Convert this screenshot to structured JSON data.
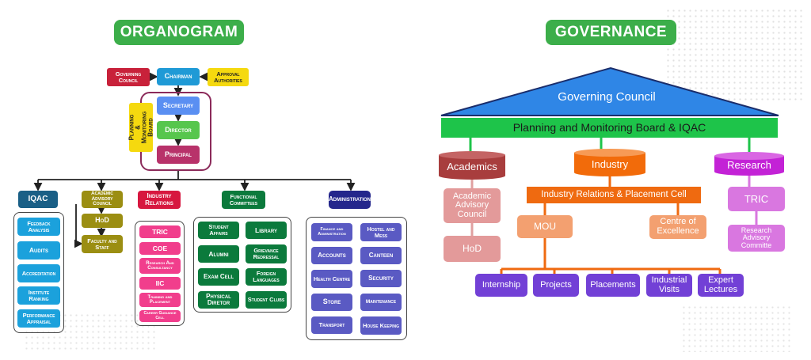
{
  "organogram": {
    "title": "ORGANOGRAM",
    "governing_council": "Governing Council",
    "chairman": "Chairman",
    "approval_authorities": "Approval Authorities",
    "pmb": "Planning & Monitoring Board",
    "secretary": "Secretary",
    "director": "Director",
    "principal": "Principal",
    "iqac": {
      "header": "IQAC",
      "items": [
        "Feedback Analysis",
        "Audits",
        "Accreditation",
        "Institute Ranking",
        "Performance Appraisal"
      ]
    },
    "academic": {
      "header": "Academic Advisory Council",
      "items": [
        "HoD",
        "Faculty and Staff"
      ]
    },
    "industry": {
      "header": "Industry Relations",
      "items": [
        "TRIC",
        "COE",
        "Research And Consultancy",
        "IIC",
        "Training and Placement",
        "Career Guidance Cell"
      ]
    },
    "functional": {
      "header": "Functional Committees",
      "items": [
        "Student Affairs",
        "Library",
        "Alumni",
        "Grievance Redressal",
        "Exam Cell",
        "Foreign Languages",
        "Physical Diretor",
        "Student Clubs"
      ]
    },
    "administration": {
      "header": "Administration",
      "items": [
        "Finance and Administration",
        "Hostel and Mess",
        "Accounts",
        "Canteen",
        "Health Centre",
        "Security",
        "Store",
        "Maintenance",
        "Transport",
        "House Keeping"
      ]
    }
  },
  "governance": {
    "title": "GOVERNANCE",
    "governing_council": "Governing Council",
    "pmb_iqac": "Planning and Monitoring Board & IQAC",
    "academics": "Academics",
    "industry": "Industry",
    "research": "Research",
    "academic_council": "Academic Advisory Council",
    "hod": "HoD",
    "irpc": "Industry Relations & Placement Cell",
    "mou": "MOU",
    "coe": "Centre of Excellence",
    "tric": "TRIC",
    "research_committe": "Research Advisory Committe",
    "bottom": [
      "Internship",
      "Projects",
      "Placements",
      "Industrial Visits",
      "Expert Lectures"
    ]
  },
  "colors": {
    "title_green": "#3cae4a",
    "red": "#c8213a",
    "blue": "#1f9ad6",
    "yellow": "#f5d90f",
    "secretary": "#5a8ff2",
    "director": "#57c64d",
    "principal": "#b8326a",
    "iqac_header": "#1a5f86",
    "iqac_item": "#1ba1dc",
    "academic": "#9b8e12",
    "industry_header": "#d7173f",
    "industry_item": "#f13e8c",
    "functional": "#0b7a3c",
    "admin_header": "#24268c",
    "admin_item": "#5a5ac3",
    "roof": "#2f86e6",
    "band_green": "#1ec44a",
    "academics_cyl": "#a83d3d",
    "industry_cyl": "#f26b0a",
    "research_cyl": "#c322d6",
    "salmon": "#e39a9a",
    "orange": "#ef6a10",
    "orange_light": "#f3a070",
    "violet_light": "#d977e0",
    "purple": "#7240d6"
  }
}
